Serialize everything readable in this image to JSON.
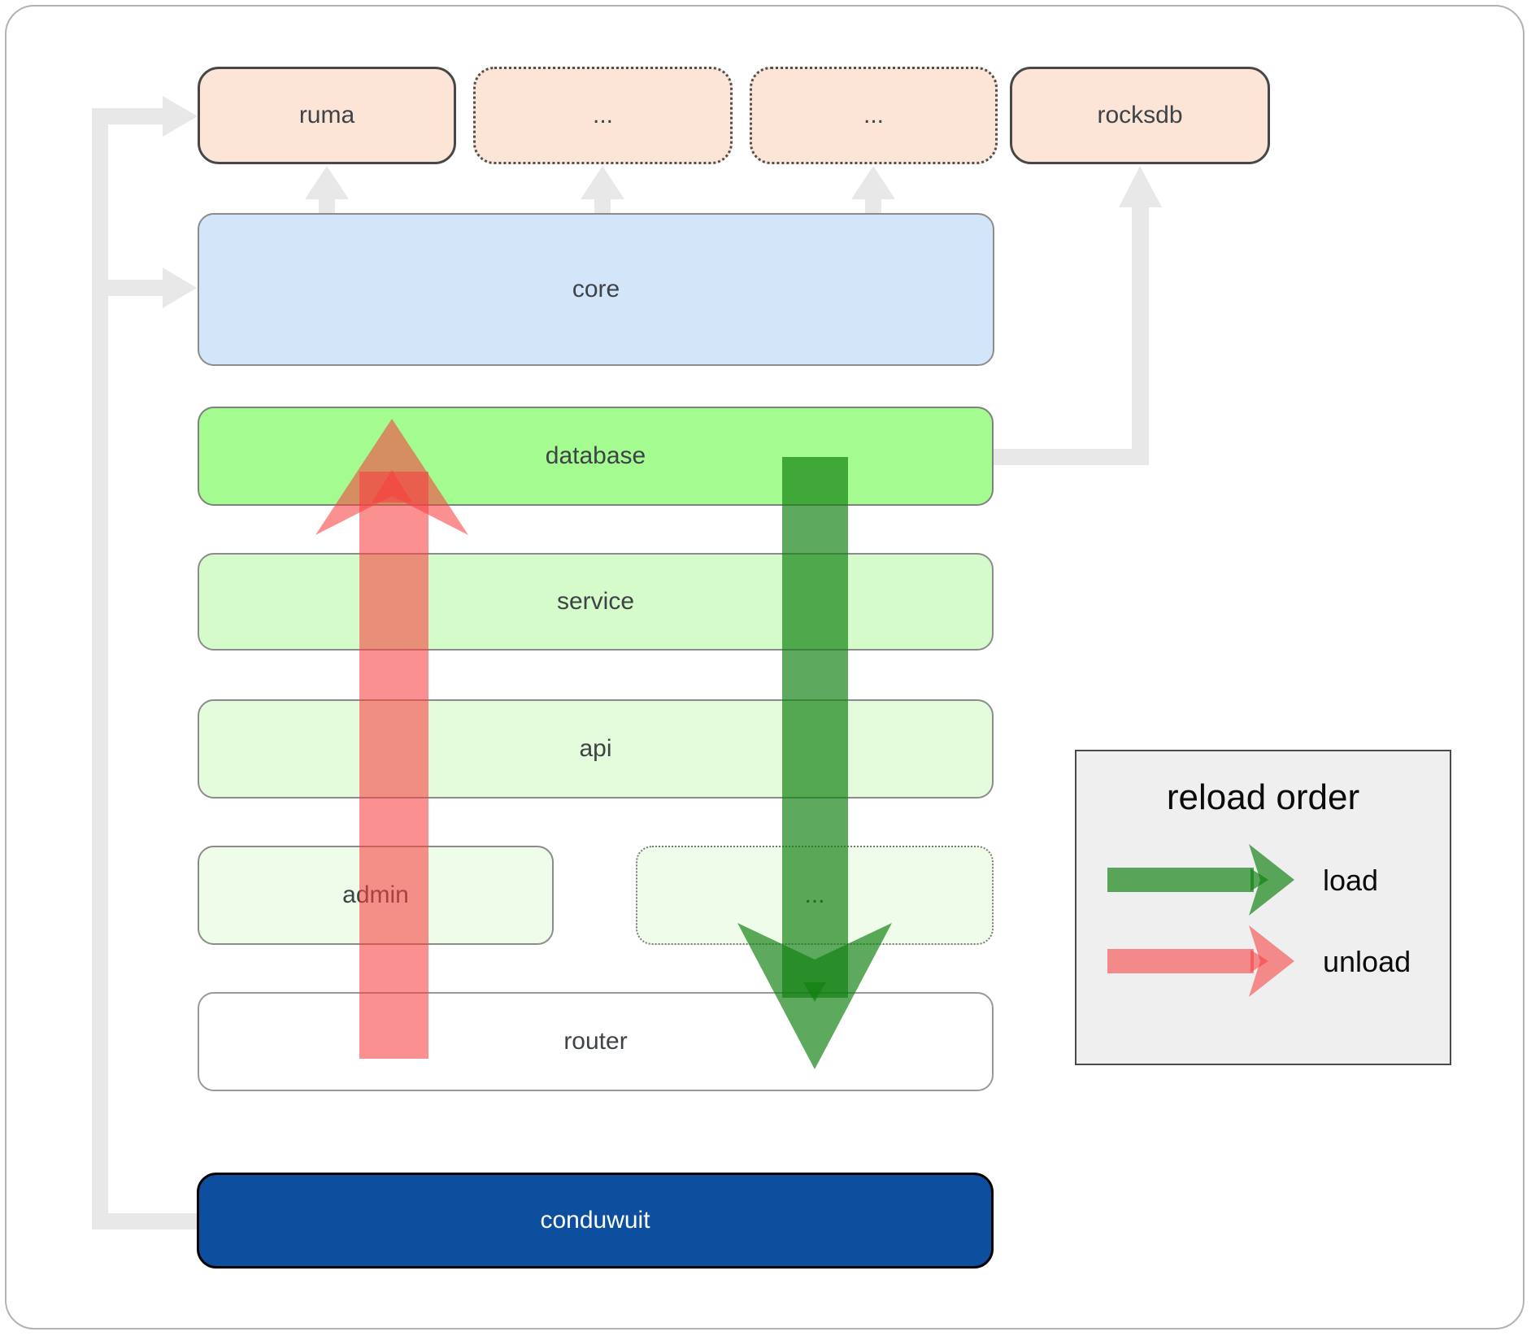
{
  "diagram": {
    "top_row": [
      {
        "id": "ruma",
        "label": "ruma",
        "border": "solid"
      },
      {
        "id": "ext-1",
        "label": "...",
        "border": "dotted"
      },
      {
        "id": "ext-2",
        "label": "...",
        "border": "dotted"
      },
      {
        "id": "rocksdb",
        "label": "rocksdb",
        "border": "solid"
      }
    ],
    "layers": [
      {
        "id": "core",
        "label": "core"
      },
      {
        "id": "database",
        "label": "database"
      },
      {
        "id": "service",
        "label": "service"
      },
      {
        "id": "api",
        "label": "api"
      },
      {
        "id": "admin",
        "label": "admin"
      },
      {
        "id": "ext-3",
        "label": "..."
      },
      {
        "id": "router",
        "label": "router"
      },
      {
        "id": "conduwuit",
        "label": "conduwuit"
      }
    ],
    "legend": {
      "title": "reload order",
      "items": [
        {
          "label": "load",
          "arrow": "load-arrow",
          "color": "#108010"
        },
        {
          "label": "unload",
          "arrow": "unload-arrow",
          "color": "#f64040"
        }
      ]
    },
    "colors": {
      "external_box_fill": "#fce5d6",
      "core_fill": "#d3e5f9",
      "database_fill": "#a4fb8f",
      "service_fill": "#d4fbc9",
      "api_fill": "#e4fbdc",
      "admin_fill": "#effcea",
      "router_fill": "#ffffff",
      "conduwuit_fill": "#0d4f9e",
      "conduwuit_text": "#ffffff",
      "connector_gray": "#e8e8e8",
      "load_arrow_green": "rgba(16,128,16,0.68)",
      "unload_arrow_red": "rgba(246,64,64,0.58)",
      "legend_bg": "#efefef"
    }
  }
}
